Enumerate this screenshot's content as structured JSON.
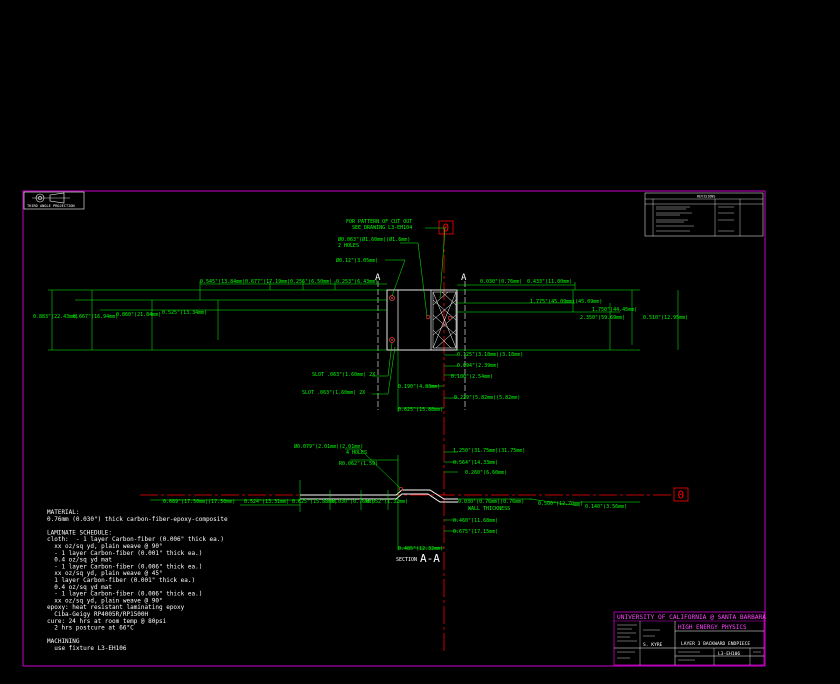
{
  "colors": {
    "background": "#000000",
    "border": "#cc00cc",
    "dimension": "#00ff00",
    "centerline": "#ff0000",
    "part": "#ffffff",
    "title": "#ff44ff"
  },
  "projection_label": "THIRD ANGLE PROJECTION",
  "datum_labels": [
    "0",
    "0"
  ],
  "section_letters": [
    "A",
    "A"
  ],
  "section_label": "SECTION",
  "section_name": "A-A",
  "top_view": {
    "pattern_note": [
      "FOR PATTERN OF CUT OUT",
      "SEE DRAWING L3-EH104"
    ],
    "holes_note": [
      "Ø0.063\"(Ø1.60mm)(Ø1.6mm)",
      "2 HOLES"
    ],
    "small_hole_note": "Ø0.12\"(3.05mm)",
    "left_dims_h": [
      "0.545\"(13.84mm)",
      "0.677\"(17.19mm)",
      "0.256\"(6.50mm)",
      "0.253\"(6.43mm)"
    ],
    "right_dims_h": [
      "0.030\"(0.76mm)",
      "0.433\"(11.00mm)"
    ],
    "left_dims_v": [
      "0.883\"(22.43mm)",
      "0.667\"(16.94mm)",
      "0.860\"(21.84mm)",
      "0.525\"(13.34mm)"
    ],
    "right_dims_v": [
      "1.775\"(45.09mm)(45.09mm)",
      "1.750\"(44.45mm)",
      "2.350\"(59.69mm)",
      "0.510\"(12.95mm)"
    ],
    "slot_notes": [
      "SLOT .063\"(1.60mm) 2X",
      "SLOT .063\"(1.60mm) 2X"
    ],
    "lower_dims": [
      "0.125\"(3.18mm)(3.18mm)",
      "0.094\"(2.39mm)",
      "0.100\"(2.54mm)",
      "0.190\"(4.83mm)",
      "0.229\"(5.82mm)(5.82mm)",
      "0.625\"(15.88mm)"
    ]
  },
  "section_view": {
    "holes_note": [
      "Ø0.079\"(2.01mm)(2.01mm)",
      "4 HOLES"
    ],
    "radius_note": "R0.062\"(1.59)",
    "right_dims": [
      "1.250\"(31.75mm)(31.75mm)",
      "0.564\"(14.33mm)",
      "0.260\"(6.60mm)"
    ],
    "left_dims": [
      "0.689\"(17.50mm)(17.50mm)",
      "0.524\"(13.31mm)",
      "0.625\"(15.88mm)",
      "0.030\"(0.76mm)",
      "0.052\"(1.32mm)"
    ],
    "wall_note": [
      "0.030\"(0.76mm)(0.76mm)",
      "WALL THICKNESS"
    ],
    "far_right_dims": [
      "0.500\"(12.70mm)",
      "0.140\"(3.56mm)"
    ],
    "below_dims": [
      "0.460\"(11.68mm)",
      "0.675\"(17.15mm)"
    ],
    "bottom_dim": "0.485\"(12.32mm)"
  },
  "notes": [
    "MATERIAL:",
    "0.76mm (0.030\") thick carbon-fiber-epoxy-composite",
    "",
    "LAMINATE SCHEDULE:",
    "cloth:  - 1 layer Carbon-fiber (0.006\" thick ea.)",
    "  xx oz/sq yd, plain weave @ 90°",
    "  - 1 layer Carbon-fiber (0.001\" thick ea.)",
    "  0.4 oz/sq yd mat",
    "  - 1 layer Carbon-fiber (0.006\" thick ea.)",
    "  xx oz/sq yd, plain weave @ 45°",
    "  1 layer Carbon-fiber (0.001\" thick ea.)",
    "  0.4 oz/sq yd mat",
    "  - 1 layer Carbon-fiber (0.006\" thick ea.)",
    "  xx oz/sq yd, plain weave @ 90°",
    "epoxy: heat resistant laminating epoxy",
    "  Ciba-Geigy RP4005R/RP1500H",
    "cure: 24 hrs at room temp @ 80psi",
    "  2 hrs postcure at 66°C",
    "",
    "MACHINING",
    "  use fixture L3-EH106"
  ],
  "title_block": {
    "university": "UNIVERSITY OF CALIFORNIA @ SANTA BARBARA",
    "group": "HIGH ENERGY PHYSICS",
    "part_name": "LAYER 3 BACKWARD ENDPIECE",
    "drawing_number": "L3-EH106",
    "drawn_by": "S. KYRE"
  },
  "revision_table": {
    "title": "REVISIONS"
  }
}
